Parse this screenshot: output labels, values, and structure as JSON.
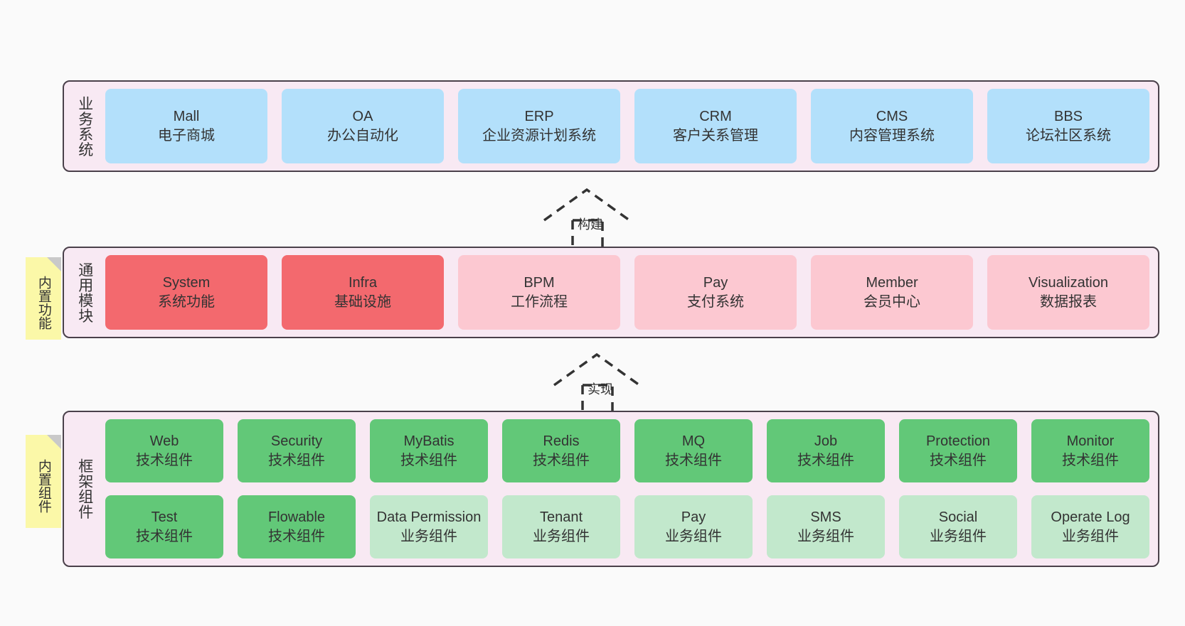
{
  "diagram": {
    "background_color": "#fafafa",
    "panel_fill": "#f8e9f3",
    "panel_border": "#4a404a"
  },
  "layers": [
    {
      "id": "business-system",
      "caption": "业务系统",
      "rows": [
        {
          "cards": [
            {
              "en": "Mall",
              "cn": "电子商城",
              "color": "#b3e0fb",
              "tone": "blue"
            },
            {
              "en": "OA",
              "cn": "办公自动化",
              "color": "#b3e0fb",
              "tone": "blue"
            },
            {
              "en": "ERP",
              "cn": "企业资源计划系统",
              "color": "#b3e0fb",
              "tone": "blue"
            },
            {
              "en": "CRM",
              "cn": "客户关系管理",
              "color": "#b3e0fb",
              "tone": "blue"
            },
            {
              "en": "CMS",
              "cn": "内容管理系统",
              "color": "#b3e0fb",
              "tone": "blue"
            },
            {
              "en": "BBS",
              "cn": "论坛社区系统",
              "color": "#b3e0fb",
              "tone": "blue"
            }
          ]
        }
      ]
    },
    {
      "id": "common-module",
      "caption": "通用模块",
      "note": "内置功能",
      "rows": [
        {
          "cards": [
            {
              "en": "System",
              "cn": "系统功能",
              "color": "#f3696e",
              "tone": "red"
            },
            {
              "en": "Infra",
              "cn": "基础设施",
              "color": "#f3696e",
              "tone": "red"
            },
            {
              "en": "BPM",
              "cn": "工作流程",
              "color": "#fcc8d1",
              "tone": "pink"
            },
            {
              "en": "Pay",
              "cn": "支付系统",
              "color": "#fcc8d1",
              "tone": "pink"
            },
            {
              "en": "Member",
              "cn": "会员中心",
              "color": "#fcc8d1",
              "tone": "pink"
            },
            {
              "en": "Visualization",
              "cn": "数据报表",
              "color": "#fcc8d1",
              "tone": "pink"
            }
          ]
        }
      ]
    },
    {
      "id": "framework-component",
      "caption": "框架组件",
      "note": "内置组件",
      "rows": [
        {
          "cards": [
            {
              "en": "Web",
              "cn": "技术组件",
              "color": "#62c878",
              "tone": "green"
            },
            {
              "en": "Security",
              "cn": "技术组件",
              "color": "#62c878",
              "tone": "green"
            },
            {
              "en": "MyBatis",
              "cn": "技术组件",
              "color": "#62c878",
              "tone": "green"
            },
            {
              "en": "Redis",
              "cn": "技术组件",
              "color": "#62c878",
              "tone": "green"
            },
            {
              "en": "MQ",
              "cn": "技术组件",
              "color": "#62c878",
              "tone": "green"
            },
            {
              "en": "Job",
              "cn": "技术组件",
              "color": "#62c878",
              "tone": "green"
            },
            {
              "en": "Protection",
              "cn": "技术组件",
              "color": "#62c878",
              "tone": "green"
            },
            {
              "en": "Monitor",
              "cn": "技术组件",
              "color": "#62c878",
              "tone": "green"
            }
          ]
        },
        {
          "cards": [
            {
              "en": "Test",
              "cn": "技术组件",
              "color": "#62c878",
              "tone": "green"
            },
            {
              "en": "Flowable",
              "cn": "技术组件",
              "color": "#62c878",
              "tone": "green"
            },
            {
              "en": "Data Permission",
              "cn": "业务组件",
              "color": "#c2e8cc",
              "tone": "lightgreen"
            },
            {
              "en": "Tenant",
              "cn": "业务组件",
              "color": "#c2e8cc",
              "tone": "lightgreen"
            },
            {
              "en": "Pay",
              "cn": "业务组件",
              "color": "#c2e8cc",
              "tone": "lightgreen"
            },
            {
              "en": "SMS",
              "cn": "业务组件",
              "color": "#c2e8cc",
              "tone": "lightgreen"
            },
            {
              "en": "Social",
              "cn": "业务组件",
              "color": "#c2e8cc",
              "tone": "lightgreen"
            },
            {
              "en": "Operate Log",
              "cn": "业务组件",
              "color": "#c2e8cc",
              "tone": "lightgreen"
            }
          ]
        }
      ]
    }
  ],
  "relations": [
    {
      "id": "build",
      "label": "构建"
    },
    {
      "id": "implement",
      "label": "实现"
    }
  ]
}
